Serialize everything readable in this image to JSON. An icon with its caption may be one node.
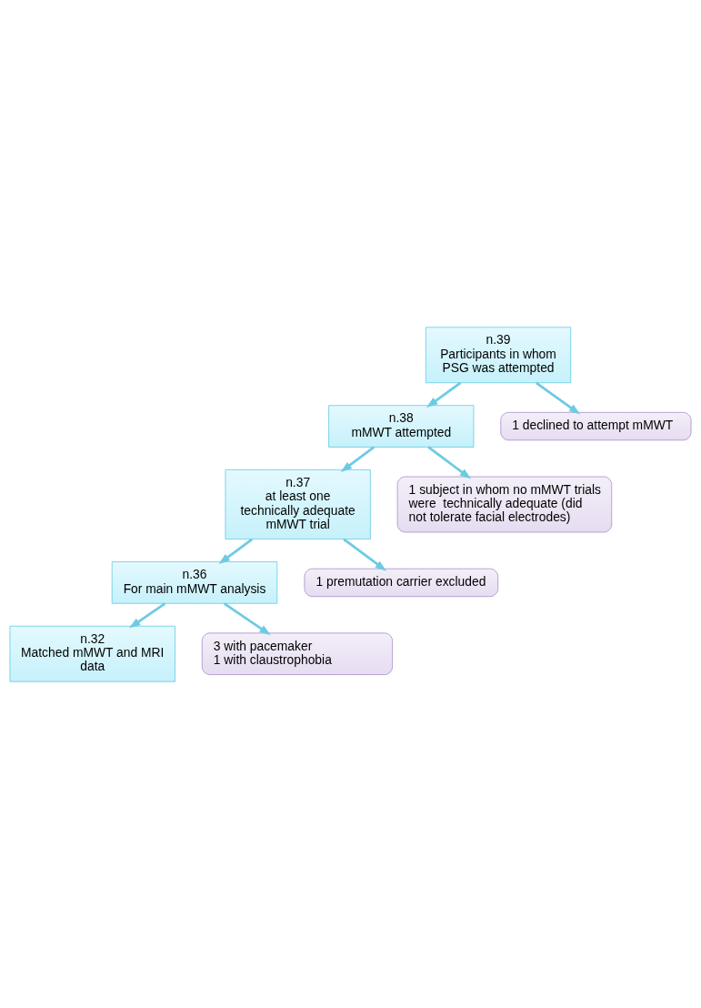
{
  "diagram": {
    "nodes": [
      {
        "text": [
          "n.39",
          "Participants in whom PSG was attempted"
        ]
      },
      {
        "text": [
          "n.38",
          "mMWT attempted"
        ]
      },
      {
        "text": [
          "n.37",
          "at least one technically adequate mMWT trial"
        ]
      },
      {
        "text": [
          "n.36",
          "For main mMWT analysis"
        ]
      },
      {
        "text": [
          "n.32",
          "Matched mMWT and MRI data"
        ]
      },
      {
        "text": [
          "1 declined to attempt mMWT"
        ]
      },
      {
        "text": [
          "1 subject in whom no mMWT trials were  technically adequate (did not tolerate facial electrodes)"
        ]
      },
      {
        "text": [
          "1 premutation carrier excluded"
        ]
      },
      {
        "text": [
          "3 with pacemaker",
          "1 with claustrophobia"
        ]
      }
    ],
    "edges": [
      {
        "from": 0,
        "to": 1,
        "arrow": "to"
      },
      {
        "from": 0,
        "to": 5,
        "arrow": "to"
      },
      {
        "from": 1,
        "to": 2,
        "arrow": "to"
      },
      {
        "from": 1,
        "to": 6,
        "arrow": "to"
      },
      {
        "from": 2,
        "to": 3,
        "arrow": "to"
      },
      {
        "from": 2,
        "to": 7,
        "arrow": "to"
      },
      {
        "from": 3,
        "to": 4,
        "arrow": "to"
      },
      {
        "from": 3,
        "to": 8,
        "arrow": "to"
      }
    ]
  }
}
